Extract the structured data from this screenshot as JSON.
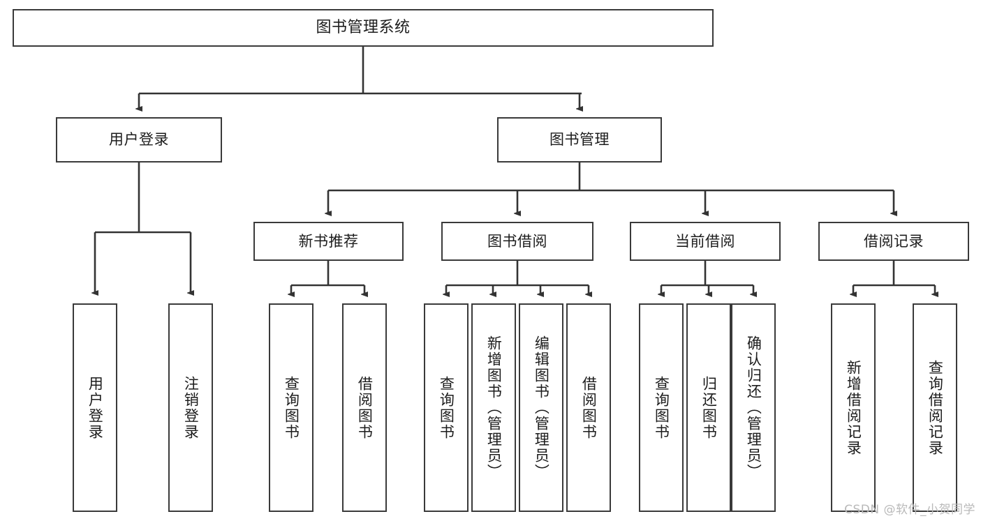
{
  "diagram": {
    "title": "图书管理系统",
    "type": "hierarchy-tree",
    "colors": {
      "box_border": "#3a3a3a",
      "box_fill": "#ffffff",
      "edge": "#333333",
      "text": "#1c1c1c",
      "watermark": "#b9b9b9"
    },
    "root": {
      "label": "图书管理系统"
    },
    "level2": [
      {
        "label": "用户登录"
      },
      {
        "label": "图书管理"
      }
    ],
    "level3": [
      {
        "label": "新书推荐"
      },
      {
        "label": "图书借阅"
      },
      {
        "label": "当前借阅"
      },
      {
        "label": "借阅记录"
      }
    ],
    "leaves": {
      "user_login": [
        {
          "label": "用户登录"
        },
        {
          "label": "注销登录"
        }
      ],
      "new_book_recommend": [
        {
          "label": "查询图书"
        },
        {
          "label": "借阅图书"
        }
      ],
      "book_borrow": [
        {
          "label": "查询图书"
        },
        {
          "label": "新增图书（管理员）"
        },
        {
          "label": "编辑图书（管理员）"
        },
        {
          "label": "借阅图书"
        }
      ],
      "current_borrow": [
        {
          "label": "查询图书"
        },
        {
          "label": "归还图书"
        },
        {
          "label": "确认归还（管理员）"
        }
      ],
      "borrow_record": [
        {
          "label": "新增借阅记录"
        },
        {
          "label": "查询借阅记录"
        }
      ]
    }
  },
  "watermark": {
    "text": "CSDN @软件_小贺同学"
  }
}
